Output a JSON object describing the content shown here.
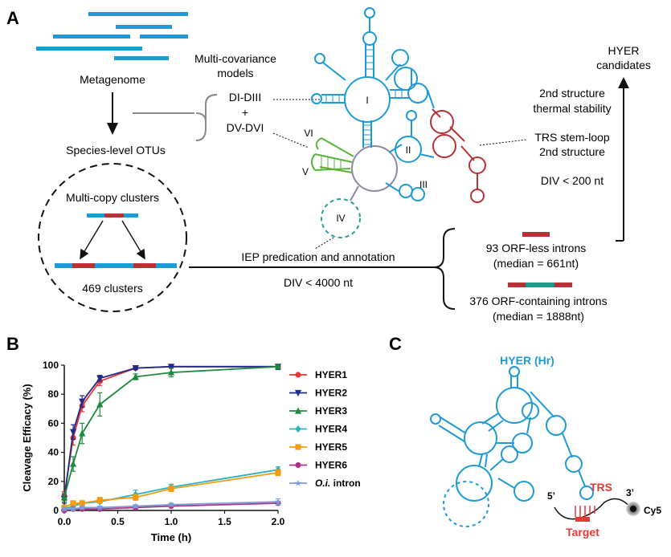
{
  "panels": {
    "a": "A",
    "b": "B",
    "c": "C"
  },
  "panel_a": {
    "metagenome": "Metagenome",
    "species_otus": "Species-level OTUs",
    "multicopy": "Multi-copy clusters",
    "clusters": "469 clusters",
    "models_line1": "Multi-covariance",
    "models_line2": "models",
    "di_diii": "DI-DIII",
    "plus": "+",
    "dv_dvi": "DV-DVI",
    "domains": [
      "I",
      "II",
      "III",
      "IV",
      "V",
      "VI"
    ],
    "filter_line1": "2nd structure",
    "filter_line2": "thermal stability",
    "trs_line1": "TRS stem-loop",
    "trs_line2": "2nd structure",
    "div_200": "DIV < 200 nt",
    "hyer_line1": "HYER",
    "hyer_line2": "candidates",
    "iep": "IEP predication and annotation",
    "div_4000": "DIV < 4000 nt",
    "orfless_line1": "93 ORF-less introns",
    "orfless_line2": "(median = 661nt)",
    "orfcont_line1": "376 ORF-containing introns",
    "orfcont_line2": "(median = 1888nt)"
  },
  "chart_data": {
    "type": "line",
    "xlabel": "Time (h)",
    "ylabel": "Cleavage Efficacy (%)",
    "xlim": [
      0,
      2.0
    ],
    "ylim": [
      0,
      100
    ],
    "xticks": [
      "0.0",
      "0.5",
      "1.0",
      "1.5",
      "2.0"
    ],
    "yticks": [
      "0",
      "20",
      "40",
      "60",
      "80",
      "100"
    ],
    "x": [
      0,
      0.083,
      0.167,
      0.333,
      0.667,
      1.0,
      2.0
    ],
    "legend_position": "right",
    "series": [
      {
        "name": "HYER1",
        "color": "#e53935",
        "marker": "circle",
        "values": [
          10,
          50,
          72,
          89,
          98,
          99,
          99
        ],
        "errors": [
          3,
          5,
          4,
          3,
          1,
          1,
          2
        ]
      },
      {
        "name": "HYER2",
        "color": "#1f2a8a",
        "marker": "triangle-down",
        "values": [
          8,
          54,
          75,
          91,
          98,
          99,
          99
        ],
        "errors": [
          3,
          5,
          4,
          2,
          1,
          1,
          2
        ]
      },
      {
        "name": "HYER3",
        "color": "#1e8a3c",
        "marker": "triangle-up",
        "values": [
          9,
          32,
          53,
          73,
          92,
          95,
          99
        ],
        "errors": [
          3,
          5,
          7,
          8,
          2,
          3,
          1
        ]
      },
      {
        "name": "HYER4",
        "color": "#26b3c4",
        "marker": "diamond",
        "values": [
          1,
          3,
          5,
          6,
          11,
          16,
          28
        ],
        "errors": [
          1,
          1,
          1,
          1,
          3,
          2,
          2
        ]
      },
      {
        "name": "HYER5",
        "color": "#f39c12",
        "marker": "square",
        "values": [
          2,
          5,
          5,
          7,
          9,
          15,
          26
        ],
        "errors": [
          1,
          1,
          1,
          2,
          2,
          2,
          2
        ]
      },
      {
        "name": "HYER6",
        "color": "#b0308a",
        "marker": "circle",
        "values": [
          0,
          1,
          1,
          1,
          2,
          3,
          5
        ],
        "errors": [
          1,
          1,
          1,
          1,
          1,
          1,
          1
        ]
      },
      {
        "name": "O.i. intron",
        "color": "#7b9fd4",
        "marker": "star",
        "values": [
          1,
          1,
          2,
          2,
          3,
          4,
          6
        ],
        "errors": [
          1,
          1,
          1,
          1,
          1,
          1,
          2
        ]
      }
    ]
  },
  "panel_c": {
    "title": "HYER (Hr)",
    "trs": "TRS",
    "five_prime": "5’",
    "three_prime": "3’",
    "dye": "Cy5",
    "target": "Target"
  }
}
